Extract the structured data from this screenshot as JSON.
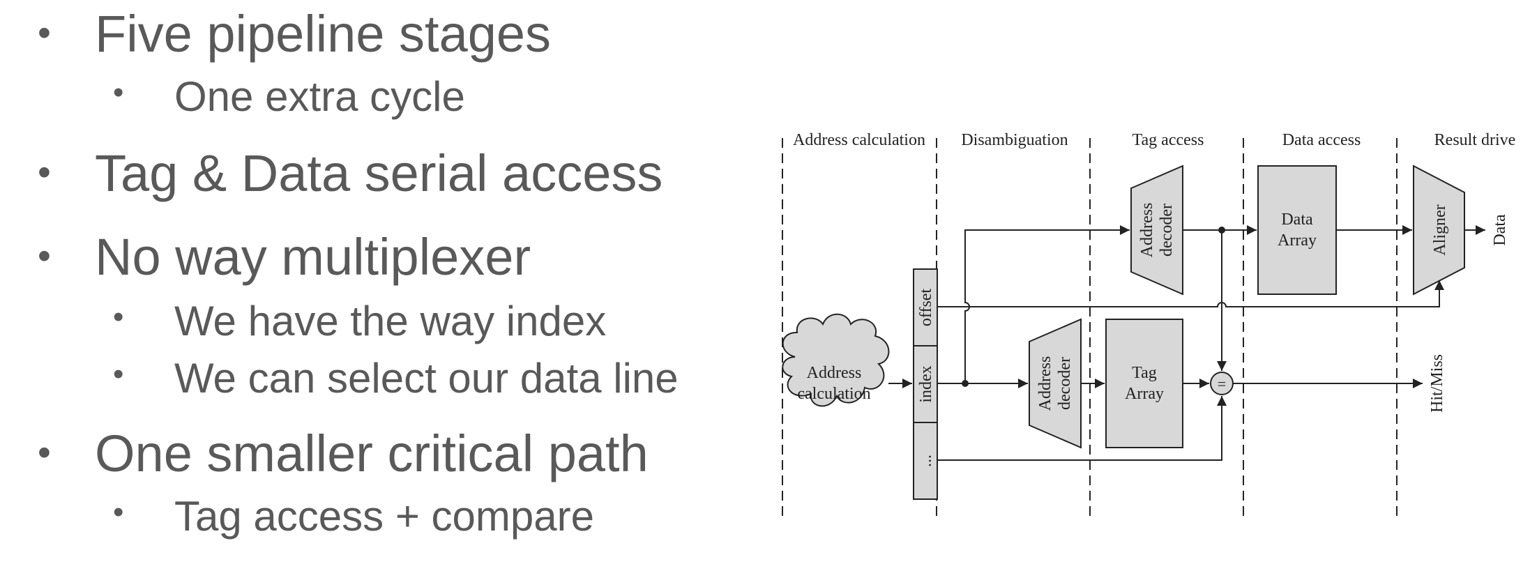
{
  "bullets": [
    {
      "level": 1,
      "text": "Five pipeline stages"
    },
    {
      "level": 2,
      "text": "One extra cycle"
    },
    {
      "level": 1,
      "text": "Tag & Data serial access"
    },
    {
      "level": 1,
      "text": "No way multiplexer"
    },
    {
      "level": 2,
      "text": "We have the way index"
    },
    {
      "level": 2,
      "text": "We can select our data line"
    },
    {
      "level": 1,
      "text": "One smaller critical path"
    },
    {
      "level": 2,
      "text": "Tag access + compare"
    }
  ],
  "bullet_symbol": "•",
  "diagram": {
    "stages": [
      "Address calculation",
      "Disambiguation",
      "Tag access",
      "Data access",
      "Result drive"
    ],
    "address_calc": [
      "Address",
      "calculation"
    ],
    "address_fields": [
      "offset",
      "index",
      "..."
    ],
    "decoder_top": [
      "Address",
      "decoder"
    ],
    "decoder_bottom": [
      "Address",
      "decoder"
    ],
    "data_array": [
      "Data",
      "Array"
    ],
    "tag_array": [
      "Tag",
      "Array"
    ],
    "comparator": "=",
    "aligner": "Aligner",
    "output_data": "Data",
    "output_hitmiss": "Hit/Miss"
  }
}
